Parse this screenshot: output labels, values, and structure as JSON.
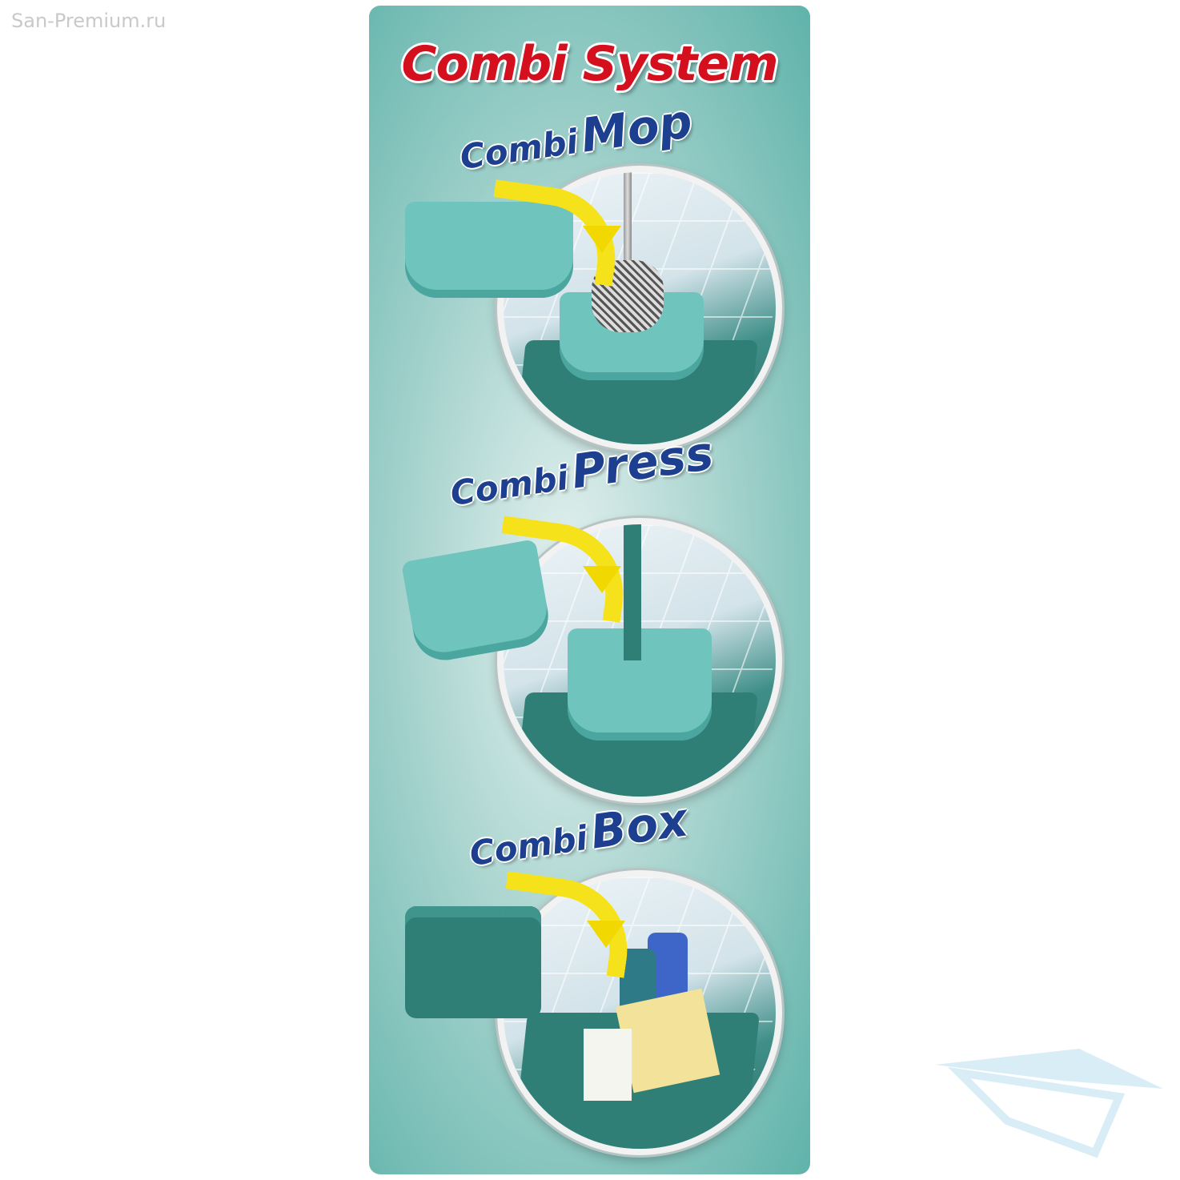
{
  "watermark": "San-Premium.ru",
  "title": "Combi System",
  "sections": [
    {
      "prefix": "Combi",
      "name": "Mop"
    },
    {
      "prefix": "Combi",
      "name": "Press"
    },
    {
      "prefix": "Combi",
      "name": "Box"
    }
  ],
  "colors": {
    "title": "#d40f1e",
    "subtitle": "#1c3f8f",
    "arrow": "#f5e21a",
    "panel": "#5fb3aa"
  }
}
